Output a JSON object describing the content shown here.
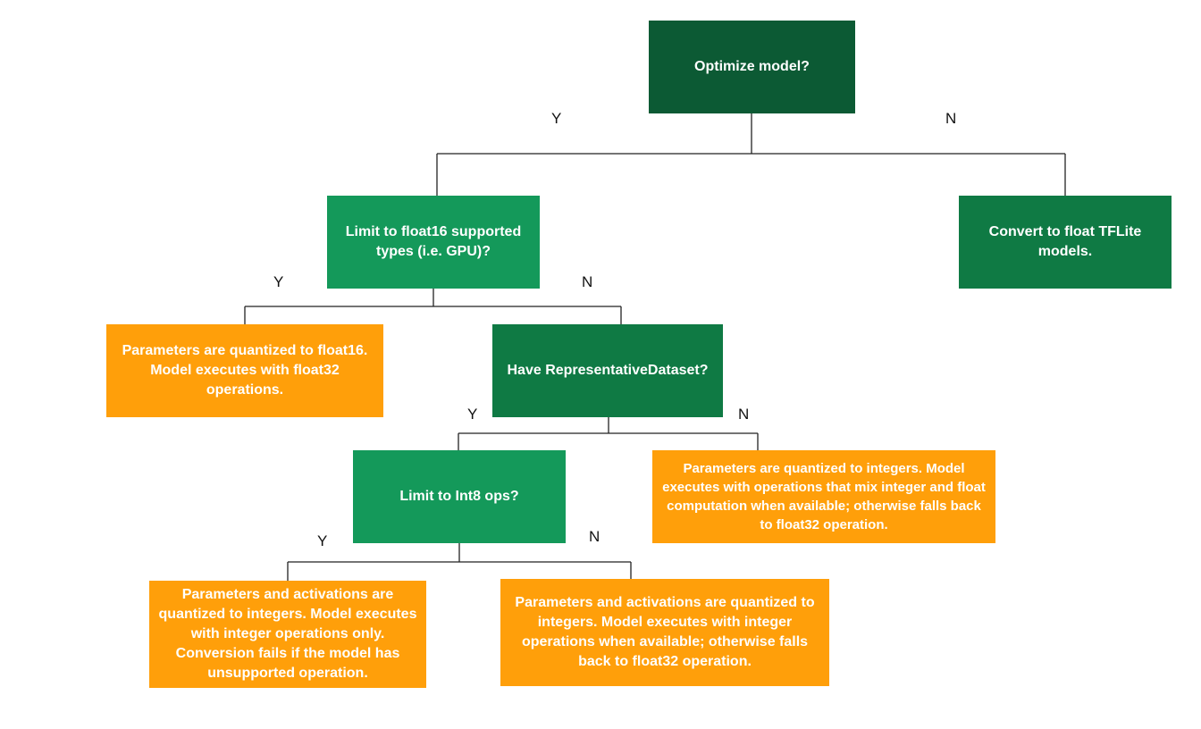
{
  "nodes": {
    "optimize": {
      "text": "Optimize model?",
      "color": "#0c5a34"
    },
    "float_tflite": {
      "text": "Convert to float TFLite models.",
      "color": "#0f7a44"
    },
    "float16_question": {
      "text": "Limit to float16 supported types (i.e. GPU)?",
      "color": "#14995a"
    },
    "float16_result": {
      "text": "Parameters are quantized to float16. Model executes with float32 operations.",
      "color": "#ff9f0a"
    },
    "repdataset_question": {
      "text": "Have RepresentativeDataset?",
      "color": "#0f7a44"
    },
    "int8_question": {
      "text": "Limit to Int8 ops?",
      "color": "#14995a"
    },
    "dynamic_result": {
      "text": "Parameters are quantized to integers. Model executes with operations that mix integer and float computation when available; otherwise falls back to float32 operation.",
      "color": "#ff9f0a"
    },
    "int8_only_result": {
      "text": "Parameters and activations are quantized to integers. Model executes with integer operations only. Conversion fails if the model has unsupported operation.",
      "color": "#ff9f0a"
    },
    "int8_fallback_result": {
      "text": "Parameters and activations are quantized to integers. Model executes with integer operations when available; otherwise falls back to float32 operation.",
      "color": "#ff9f0a"
    }
  },
  "labels": {
    "optimize_yes": "Y",
    "optimize_no": "N",
    "float16_yes": "Y",
    "float16_no": "N",
    "repdataset_yes": "Y",
    "repdataset_no": "N",
    "int8_yes": "Y",
    "int8_no": "N"
  },
  "edges": [
    {
      "from": "optimize",
      "to": "float16_question",
      "label": "Y"
    },
    {
      "from": "optimize",
      "to": "float_tflite",
      "label": "N"
    },
    {
      "from": "float16_question",
      "to": "float16_result",
      "label": "Y"
    },
    {
      "from": "float16_question",
      "to": "repdataset_question",
      "label": "N"
    },
    {
      "from": "repdataset_question",
      "to": "int8_question",
      "label": "Y"
    },
    {
      "from": "repdataset_question",
      "to": "dynamic_result",
      "label": "N"
    },
    {
      "from": "int8_question",
      "to": "int8_only_result",
      "label": "Y"
    },
    {
      "from": "int8_question",
      "to": "int8_fallback_result",
      "label": "N"
    }
  ]
}
